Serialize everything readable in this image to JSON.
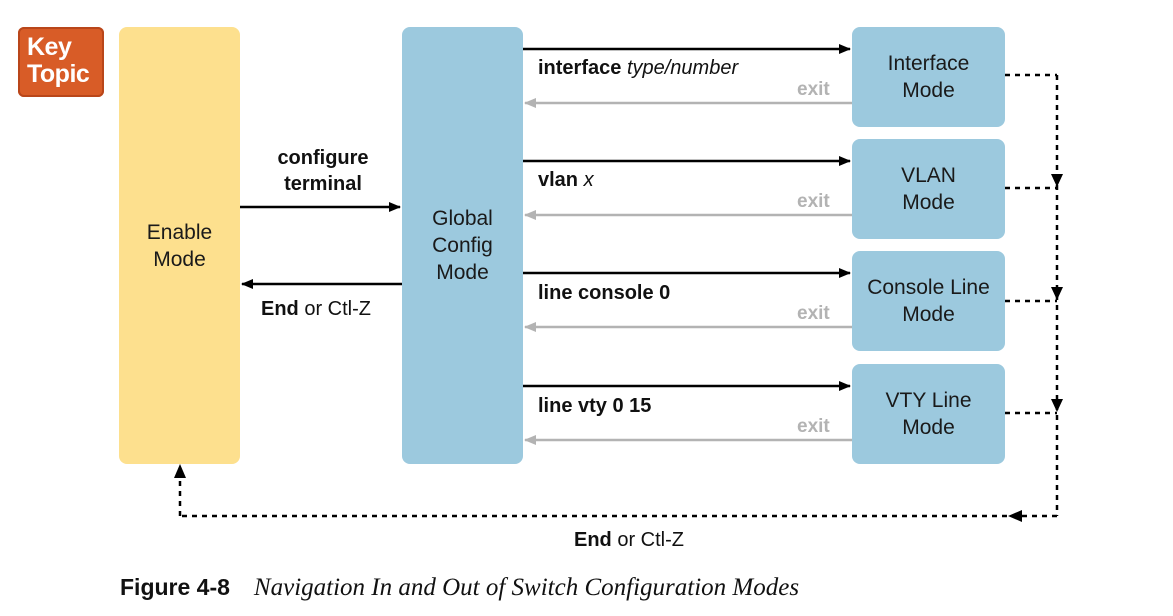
{
  "badge": {
    "line1": "Key",
    "line2": "Topic"
  },
  "nodes": {
    "enable": "Enable\nMode",
    "global": "Global\nConfig\nMode",
    "interface": "Interface\nMode",
    "vlan": "VLAN\nMode",
    "console": "Console Line\nMode",
    "vty": "VTY Line\nMode"
  },
  "labels": {
    "configure_terminal": "configure\nterminal",
    "end_bold": "End",
    "end_rest": "or Ctl-Z",
    "interface_cmd": "interface",
    "interface_arg": "type/number",
    "vlan_cmd": "vlan",
    "vlan_arg": "x",
    "console_cmd": "line console 0",
    "vty_cmd": "line vty 0 15",
    "exit": "exit"
  },
  "colors": {
    "enable_box": "#fde08e",
    "config_box": "#9cc9de",
    "key_topic": "#d85c27",
    "exit_arrow": "#b3b3b3",
    "arrow": "#000000"
  },
  "caption": {
    "number": "Figure 4-8",
    "title": "Navigation In and Out of Switch Configuration Modes"
  }
}
